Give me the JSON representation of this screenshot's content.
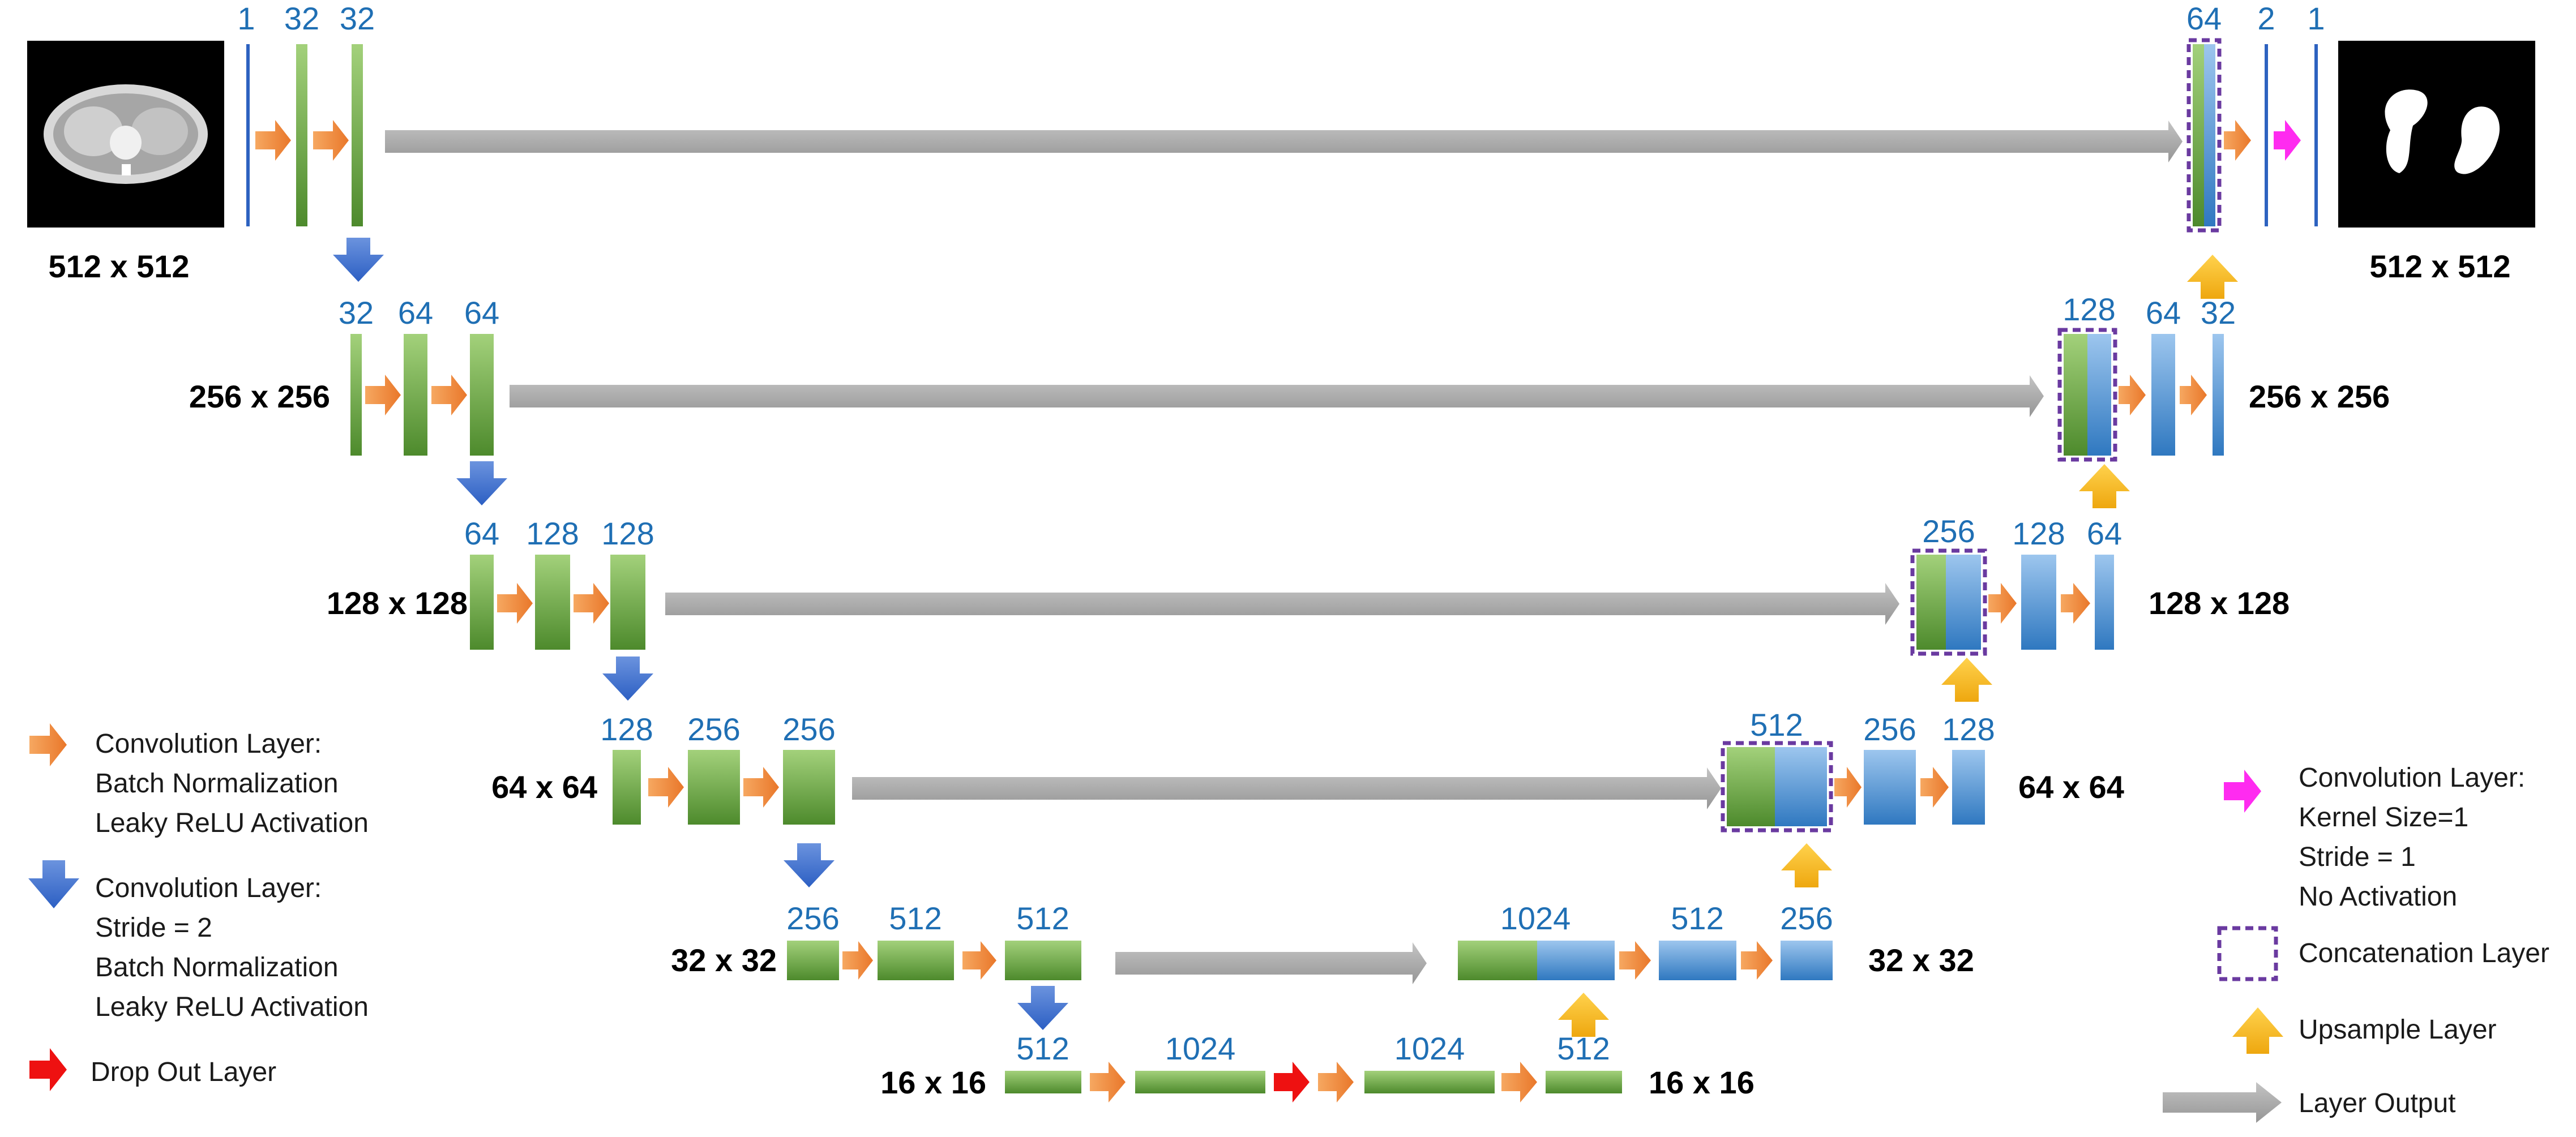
{
  "colors": {
    "conv_arrow": "#ef8a3a",
    "down_arrow": "#3d6fd1",
    "dropout_arrow": "#ee1111",
    "final_conv_arrow": "#ff2bf0",
    "upsample_arrow": "#f5b817",
    "skip_arrow": "#a6a6a6",
    "encoder_block": "#5e9e3a",
    "decoder_block": "#3f86c9",
    "concat_border": "#6a3aa0",
    "channel_label": "#1f6fb4"
  },
  "encoder": {
    "level1": {
      "resolution": "512 x 512",
      "channels": [
        "1",
        "32",
        "32"
      ]
    },
    "level2": {
      "resolution": "256 x 256",
      "channels": [
        "32",
        "64",
        "64"
      ]
    },
    "level3": {
      "resolution": "128 x 128",
      "channels": [
        "64",
        "128",
        "128"
      ]
    },
    "level4": {
      "resolution": "64 x 64",
      "channels": [
        "128",
        "256",
        "256"
      ]
    },
    "level5": {
      "resolution": "32 x 32",
      "channels": [
        "256",
        "512",
        "512"
      ]
    }
  },
  "bottleneck": {
    "resolution": "16 x 16",
    "channels": [
      "512",
      "1024",
      "1024",
      "512"
    ]
  },
  "decoder": {
    "level5": {
      "resolution": "32 x 32",
      "channels": [
        "1024",
        "512",
        "256"
      ]
    },
    "level4": {
      "resolution": "64 x 64",
      "channels": [
        "512",
        "256",
        "128"
      ]
    },
    "level3": {
      "resolution": "128 x 128",
      "channels": [
        "256",
        "128",
        "64"
      ]
    },
    "level2": {
      "resolution": "256 x 256",
      "channels": [
        "128",
        "64",
        "32"
      ]
    },
    "level1": {
      "resolution": "512 x 512",
      "channels": [
        "64",
        "2",
        "1"
      ]
    }
  },
  "legend_left": {
    "conv": [
      "Convolution Layer:",
      "Batch Normalization",
      "Leaky ReLU Activation"
    ],
    "down": [
      "Convolution Layer:",
      "Stride = 2",
      "Batch Normalization",
      "Leaky ReLU Activation"
    ],
    "dropout": "Drop Out Layer"
  },
  "legend_right": {
    "final_conv": [
      "Convolution Layer:",
      "Kernel Size=1",
      "Stride = 1",
      "No Activation"
    ],
    "concat": "Concatenation Layer",
    "upsample": "Upsample Layer",
    "output": "Layer Output"
  }
}
